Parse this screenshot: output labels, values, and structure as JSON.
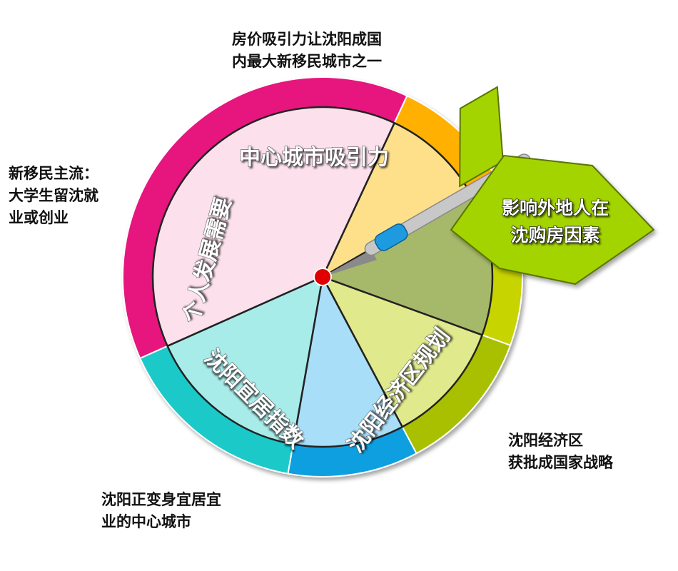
{
  "center_label": "影响外地人在沈购房因素",
  "center_label_lines": [
    "影响外地人在",
    "沈购房因素"
  ],
  "segments": [
    {
      "id": "attraction",
      "label": "中心城市吸引力",
      "color": "#FFE08A",
      "rim": "#FFB000"
    },
    {
      "id": "green",
      "label": "",
      "color": "#A6B86A",
      "rim": "#C8D400"
    },
    {
      "id": "lime",
      "label": "",
      "color": "#E0EA8C",
      "rim": "#A8C000"
    },
    {
      "id": "econ_zone",
      "label": "沈阳经济区规划",
      "color": "#A9DEF8",
      "rim": "#119FE0"
    },
    {
      "id": "livable",
      "label": "沈阳宜居指数",
      "color": "#A8ECEA",
      "rim": "#1FC9C9"
    },
    {
      "id": "personal",
      "label": "个人发展需要",
      "color": "#FCE0EC",
      "rim": "#E6157E"
    }
  ],
  "notes": {
    "top": [
      "房价吸引力让沈阳成国",
      "内最大新移民城市之一"
    ],
    "left": [
      "新移民主流：",
      "大学生留沈就",
      "业或创业"
    ],
    "bottom_left": [
      "沈阳正变身宜居宜",
      "业的中心城市"
    ],
    "bottom_right": [
      "沈阳经济区",
      "获批成国家战略"
    ]
  },
  "colors": {
    "dart_green": "#A3D400",
    "dart_shaft": "#C8C8C8",
    "dart_grip": "#1E9AE0",
    "bullseye": "#E00000"
  }
}
